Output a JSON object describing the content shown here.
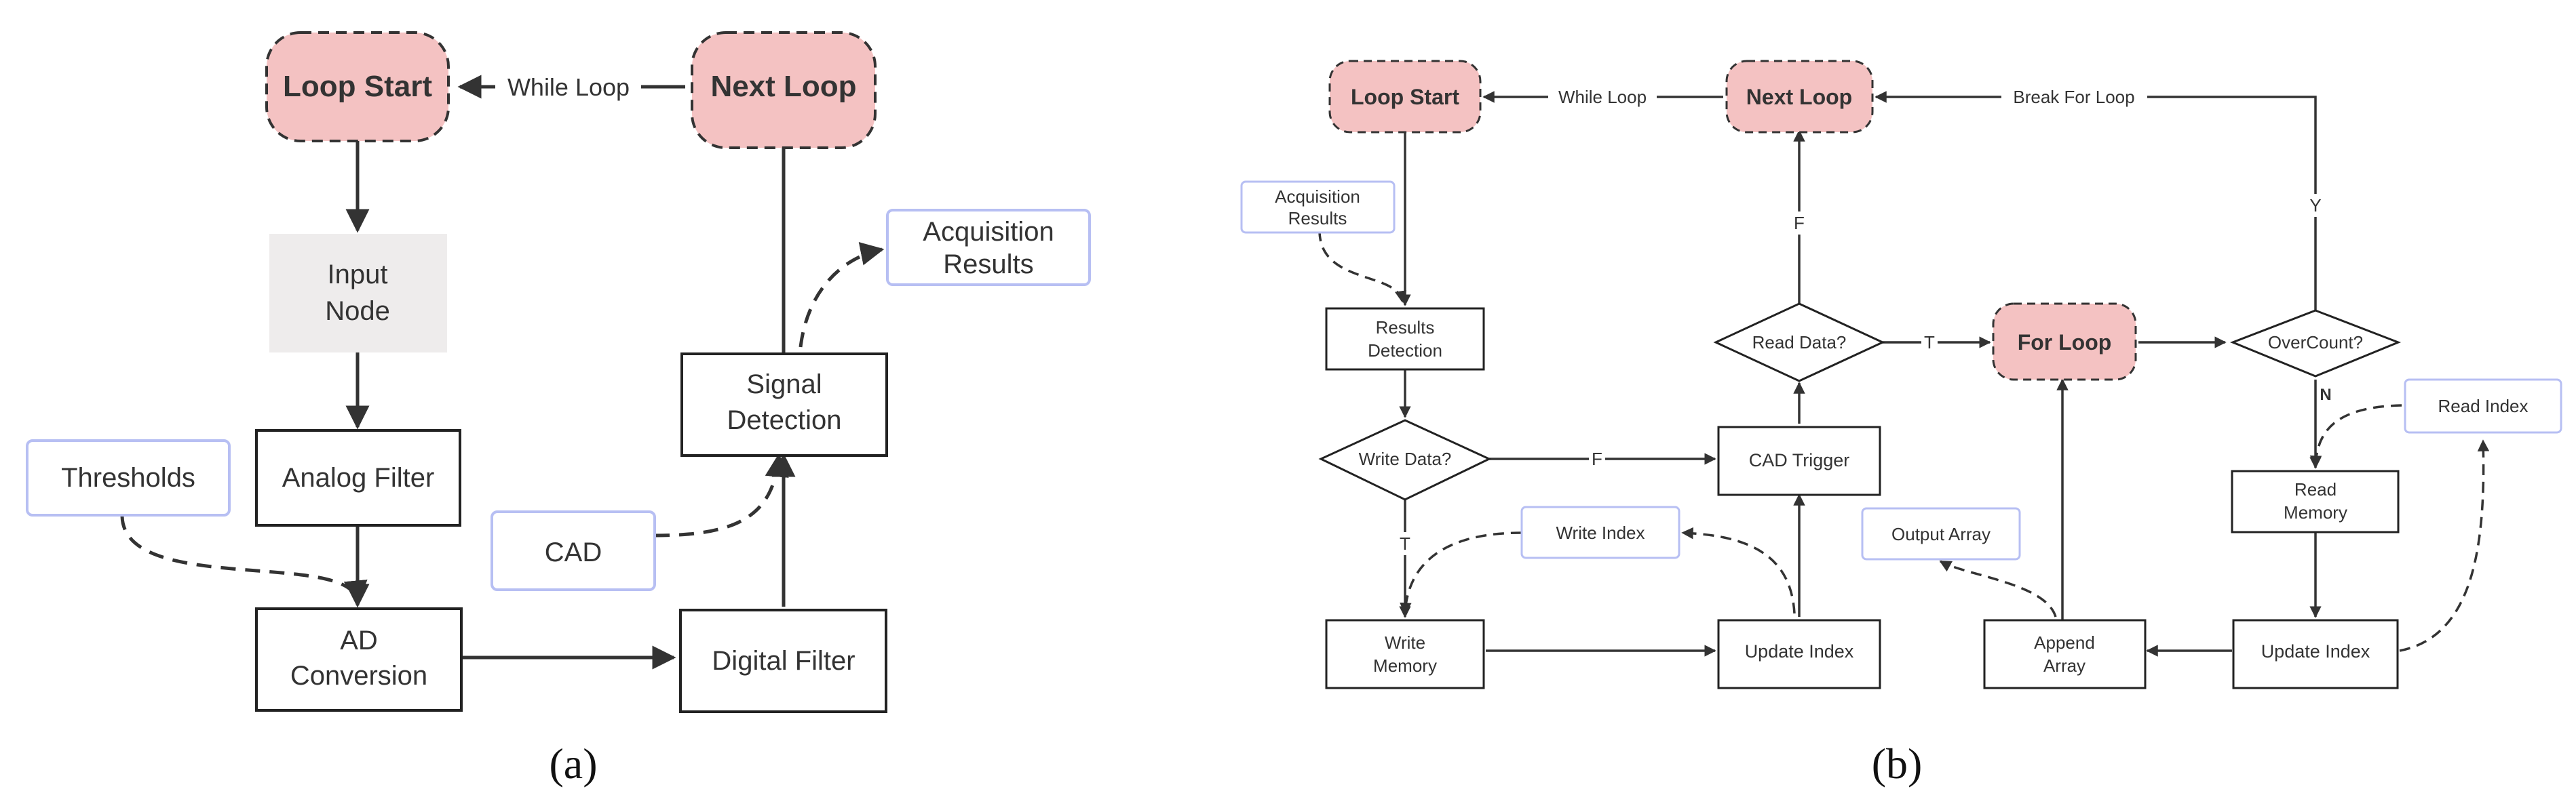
{
  "colors": {
    "terminal_fill": "#f4c2c2",
    "input_fill": "#eeecec",
    "data_border": "#b7bff3",
    "line": "#333333",
    "box_border": "#222222"
  },
  "panel_a": {
    "label": "(a)",
    "nodes": {
      "loop_start": "Loop Start",
      "next_loop": "Next Loop",
      "input_node": [
        "Input",
        "Node"
      ],
      "analog_filter": "Analog Filter",
      "ad_conversion": [
        "AD",
        "Conversion"
      ],
      "digital_filter": "Digital Filter",
      "signal_detection": [
        "Signal",
        "Detection"
      ]
    },
    "data": {
      "thresholds": "Thresholds",
      "cad": "CAD",
      "acquisition_results": [
        "Acquisition",
        "Results"
      ]
    },
    "edges": {
      "while_loop": "While Loop"
    }
  },
  "panel_b": {
    "label": "(b)",
    "nodes": {
      "loop_start": "Loop Start",
      "next_loop": "Next Loop",
      "for_loop": "For Loop",
      "results_detection": [
        "Results",
        "Detection"
      ],
      "write_data": "Write Data?",
      "cad_trigger": "CAD Trigger",
      "read_data": "Read Data?",
      "write_memory": [
        "Write",
        "Memory"
      ],
      "update_index_left": "Update Index",
      "overcount": "OverCount?",
      "read_memory": [
        "Read",
        "Memory"
      ],
      "update_index_right": "Update Index",
      "append_array": [
        "Append",
        "Array"
      ]
    },
    "data": {
      "acquisition_results": [
        "Acquisition",
        "Results"
      ],
      "write_index": "Write Index",
      "output_array": "Output Array",
      "read_index": "Read Index"
    },
    "edges": {
      "while_loop": "While Loop",
      "break_for_loop": "Break For Loop",
      "f_up": "F",
      "f_right": "F",
      "t_down": "T",
      "t_right": "T",
      "y": "Y",
      "n": "N"
    }
  }
}
